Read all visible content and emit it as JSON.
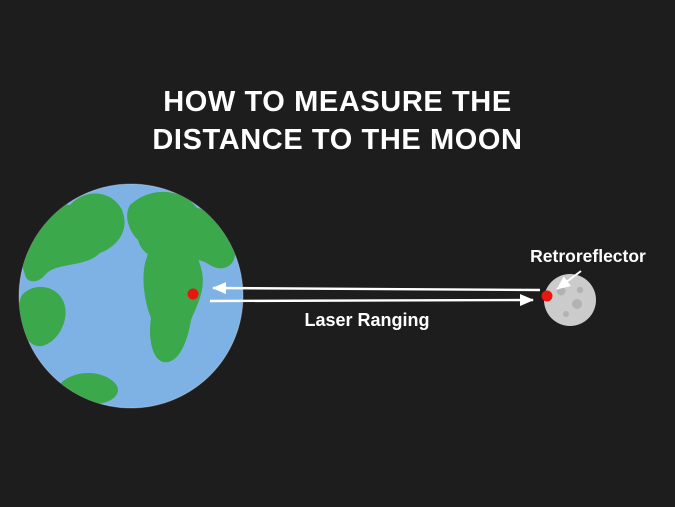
{
  "title": {
    "line1": "HOW TO MEASURE THE",
    "line2": "DISTANCE TO THE MOON"
  },
  "labels": {
    "laser_ranging": "Laser Ranging",
    "retroreflector": "Retroreflector"
  },
  "colors": {
    "background": "#1d1d1d",
    "title_text": "#ffffff",
    "label_text": "#ffffff",
    "arrow": "#ffffff",
    "ocean": "#7eb2e4",
    "land": "#3aa84b",
    "moon": "#cbcbcb",
    "moon_crater": "#b2b2b2",
    "laser_dot": "#e8160c"
  }
}
